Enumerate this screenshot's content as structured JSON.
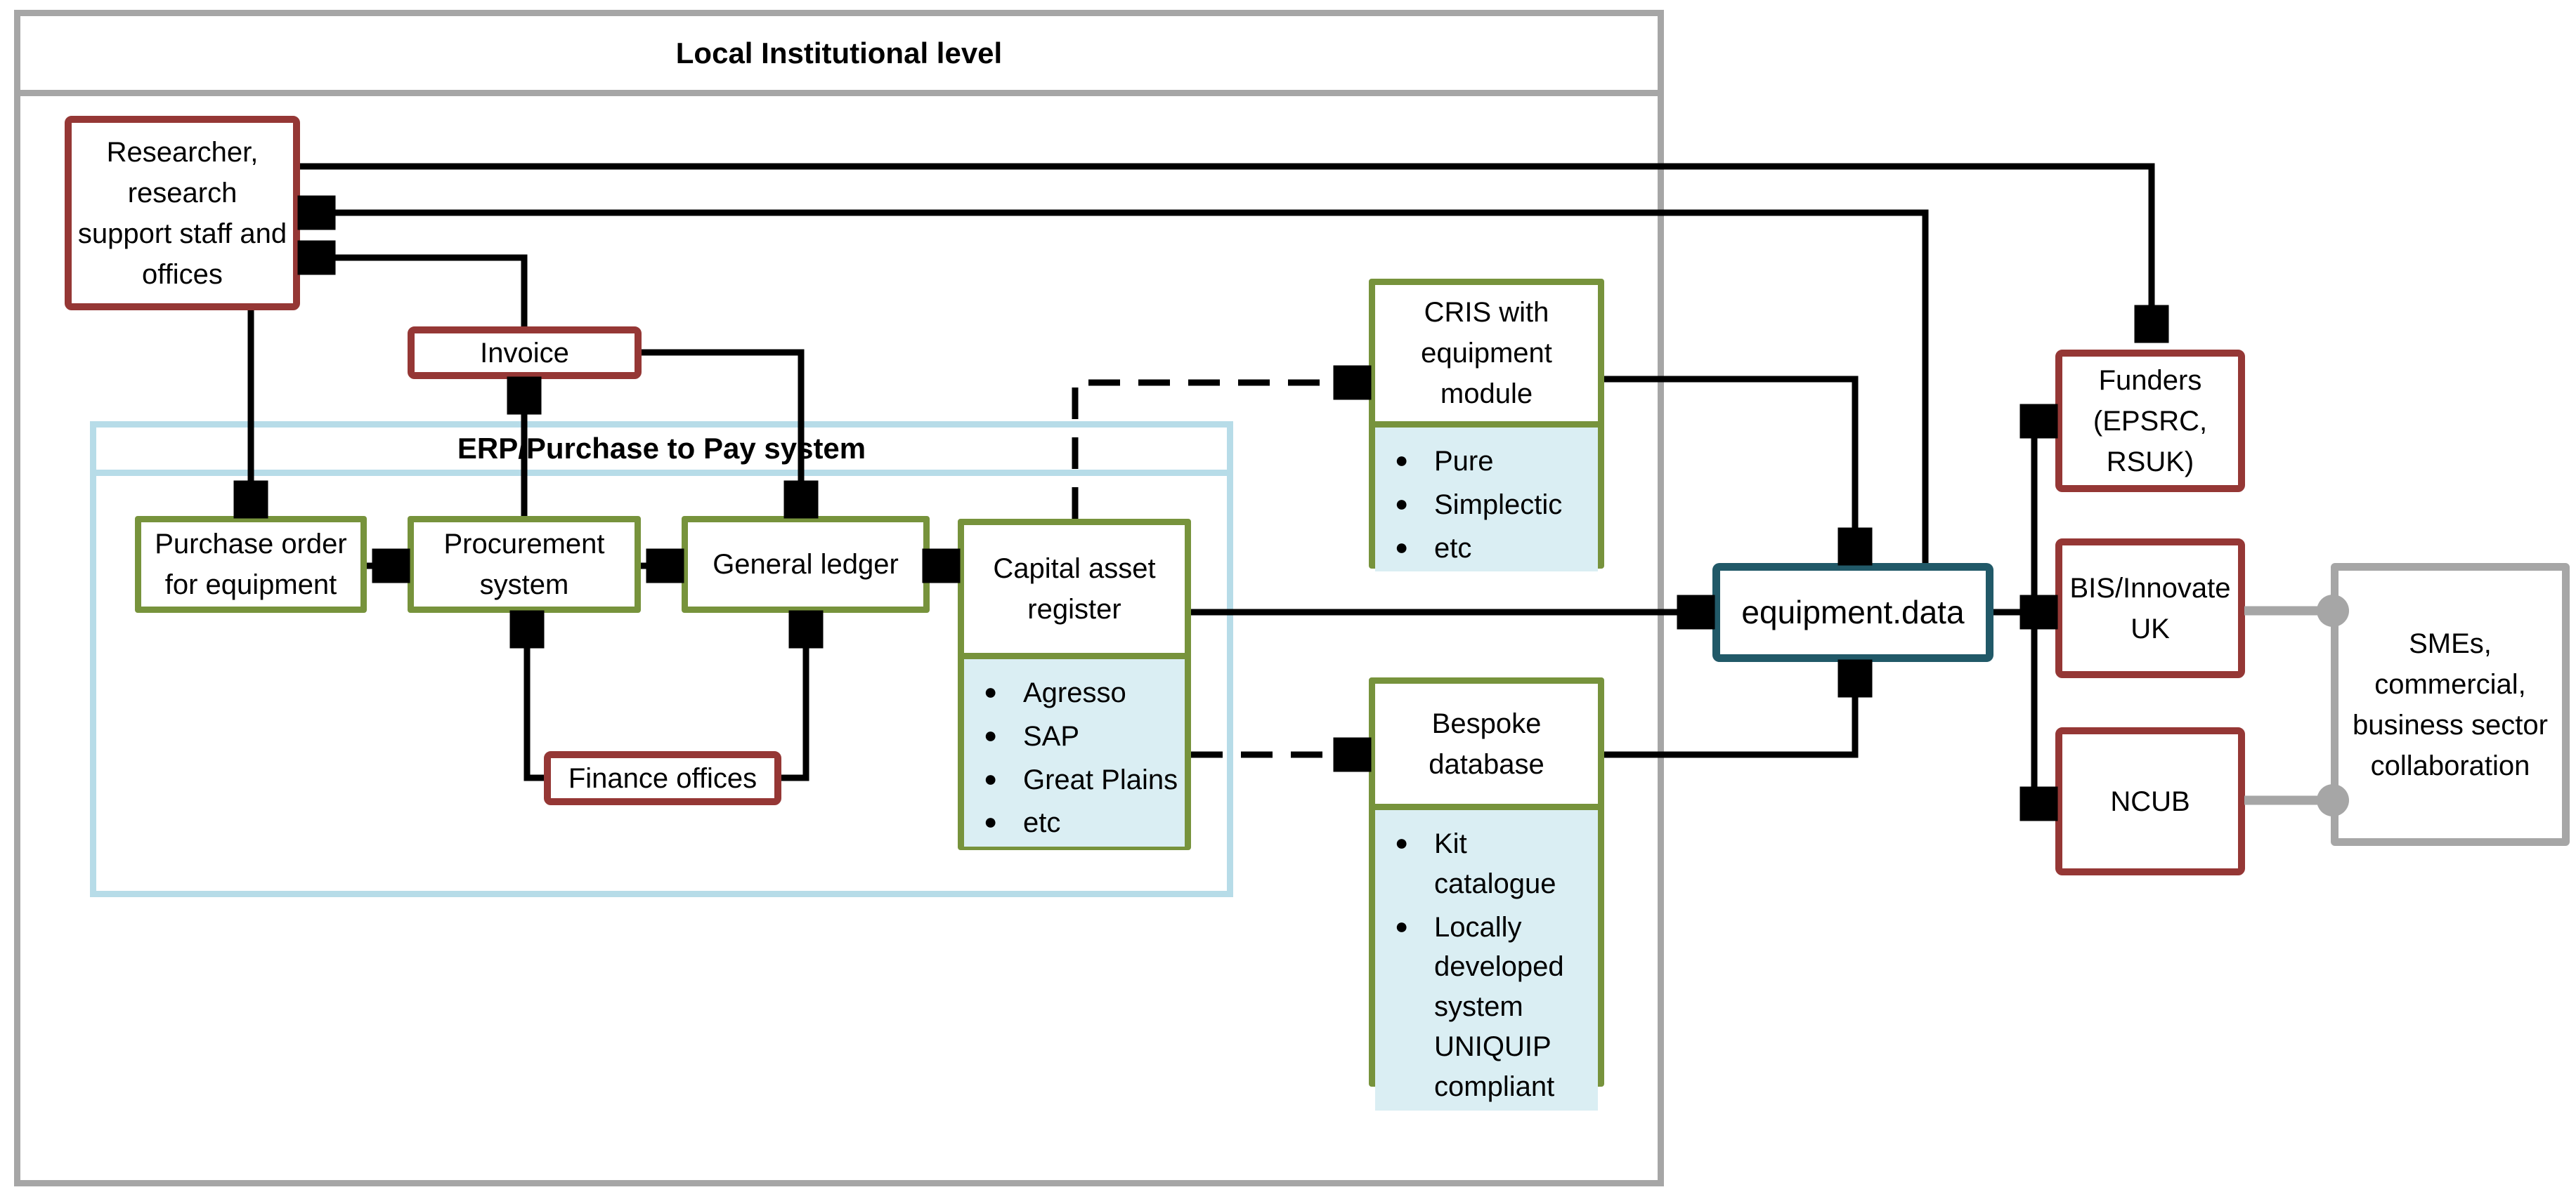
{
  "frame": {
    "title": "Local Institutional level"
  },
  "erp_container": {
    "title": "ERP/Purchase to Pay system"
  },
  "boxes": {
    "researcher": {
      "label": "Researcher, research support staff and offices"
    },
    "invoice": {
      "label": "Invoice"
    },
    "purchase_order": {
      "label": "Purchase order for equipment"
    },
    "procurement": {
      "label": "Procurement system"
    },
    "general_ledger": {
      "label": "General ledger"
    },
    "finance_offices": {
      "label": "Finance offices"
    },
    "capital_asset_register": {
      "label": "Capital asset register",
      "items": [
        "Agresso",
        "SAP",
        "Great Plains",
        "etc"
      ]
    },
    "cris": {
      "label": "CRIS with equipment module",
      "items": [
        "Pure",
        "Simplectic",
        "etc"
      ]
    },
    "bespoke_database": {
      "label": "Bespoke database",
      "items": [
        "Kit catalogue",
        "Locally developed system UNIQUIP compliant"
      ]
    },
    "equipment_data": {
      "label": "equipment.data"
    },
    "funders": {
      "label": "Funders (EPSRC, RSUK)"
    },
    "bis_innovate_uk": {
      "label": "BIS/Innovate UK"
    },
    "ncub": {
      "label": "NCUB"
    },
    "smes": {
      "label": "SMEs, commercial, business sector collaboration"
    }
  },
  "colors": {
    "node_red": "#953735",
    "node_green": "#77933C",
    "container_blue": "#B7DCE8",
    "list_fill_blue": "#DAEEF3",
    "equipment_teal": "#215968",
    "frame_gray": "#A6A6A6",
    "line_black": "#000000"
  }
}
